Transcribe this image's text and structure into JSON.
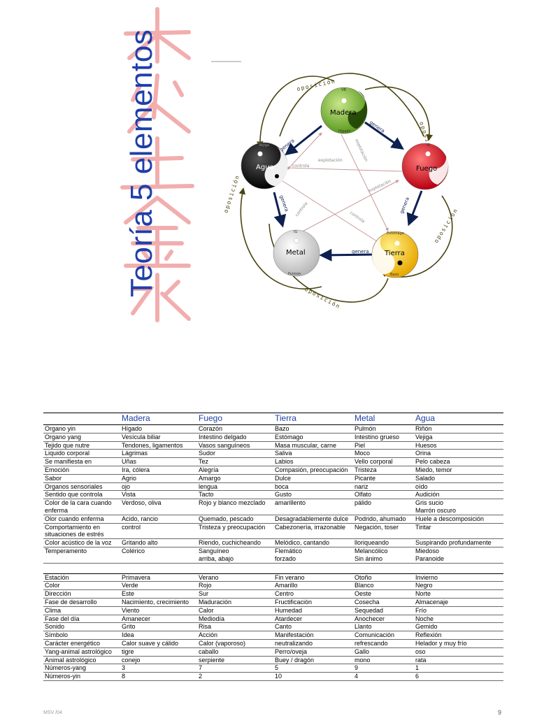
{
  "title": "Teoría 5 elementos",
  "diagram": {
    "nodes": {
      "madera": {
        "label": "Madera",
        "top": "VB",
        "bottom": "Hígado",
        "color": "#7fb23a"
      },
      "fuego": {
        "label": "Fuego",
        "top": "ID",
        "bottom": "",
        "color": "#d8141d"
      },
      "tierra": {
        "label": "Tierra",
        "top": "Estómago",
        "bottom": "Bazo",
        "color": "#f4c200"
      },
      "metal": {
        "label": "Metal",
        "top": "IG",
        "bottom": "Pulmón",
        "color": "#e2e2e2"
      },
      "agua": {
        "label": "Agua",
        "top": "Vejiga",
        "bottom": "",
        "color": "#111111"
      }
    },
    "genera": "genera",
    "controla": "controla",
    "explotacion": "explotación",
    "oposicion": "oposición"
  },
  "table": {
    "headers": [
      "",
      "Madera",
      "Fuego",
      "Tierra",
      "Metal",
      "Agua"
    ],
    "rows": [
      [
        "Organo yin",
        "Hígado",
        "Corazón",
        "Bazo",
        "Pulmón",
        "Riñón"
      ],
      [
        "Organo yang",
        "Vesícula biliar",
        "Intestino delgado",
        "Estómago",
        "Intestino grueso",
        "Vejiga"
      ],
      [
        "Tejido que nutre",
        "Tendones, ligamentos",
        "Vasos sanguíneos",
        "Masa muscular, carne",
        "Piel",
        "Huesos"
      ],
      [
        "Liquido corporal",
        "Lágrimas",
        "Sudor",
        "Saliva",
        "Moco",
        "Orina"
      ],
      [
        "Se manifiesta en",
        "Uñas",
        "Tez",
        "Labios",
        "Vello corporal",
        "Pelo cabeza"
      ],
      [
        "Emoción",
        "Ira, cólera",
        "Alegría",
        "Compasión, preocupación",
        "Tristeza",
        "Miedo, temor"
      ],
      [
        "Sabor",
        "Agrio",
        "Amargo",
        "Dulce",
        "Picante",
        "Salado"
      ],
      [
        "Organos sensoriales",
        "ojo",
        "lengua",
        "boca",
        "nariz",
        "oído"
      ],
      [
        "Sentido que controla",
        "Vista",
        "Tacto",
        "Gusto",
        "Olfato",
        "Audición"
      ],
      [
        "Color de la cara cuando enferma",
        "Verdoso, oliva",
        "Rojo y blanco mezclado",
        "amarillento",
        "pálido",
        "Gris sucio\nMarrón oscuro"
      ],
      [
        "Olor cuando enferma",
        "Acido, rancio",
        "Quemado, pescado",
        "Desagradablemente dulce",
        "Podrido, ahumado",
        "Huele a descomposición"
      ],
      [
        "Comportamiento en situaciones de estrés",
        "control",
        "Tristeza y preocupación",
        "Cabezonería, irrazonable",
        "Negación, toser",
        "Tiritar"
      ],
      [
        "Color acústico de la voz",
        "Gritando alto",
        "Riendo, cuchicheando",
        "Melódico, cantando",
        "lloriqueando",
        "Suspirando profundamente"
      ],
      [
        "Temperamento",
        "Colérico",
        "Sanguíneo\narriba, abajo",
        "Flemático\nforzado",
        "Melancólico\nSin ánimo",
        "Miedoso\nParanoide"
      ]
    ],
    "rows2": [
      [
        "Estación",
        "Primavera",
        "Verano",
        "Fin verano",
        "Otoño",
        "Invierno"
      ],
      [
        "Color",
        "Verde",
        "Rojo",
        "Amarillo",
        "Blanco",
        "Negro"
      ],
      [
        "Dirección",
        "Este",
        "Sur",
        "Centro",
        "Oeste",
        "Norte"
      ],
      [
        "Fase de desarrollo",
        "Nacimiento, crecimiento",
        "Maduración",
        "Fructificación",
        "Cosecha",
        "Almacenaje"
      ],
      [
        "Clima",
        "Viento",
        "Calor",
        "Humedad",
        "Sequedad",
        "Frío"
      ],
      [
        "Fase del día",
        "Amanecer",
        "Mediodía",
        "Atardecer",
        "Anochecer",
        "Noche"
      ],
      [
        "Sonido",
        "Grito",
        "Risa",
        "Canto",
        "Llanto",
        "Gemido"
      ],
      [
        "Símbolo",
        "Idea",
        "Acción",
        "Manifestación",
        "Comunicación",
        "Reflexión"
      ],
      [
        "Carácter energético",
        "Calor suave y cálido",
        "Calor (vaporoso)",
        "neutralizando",
        "refrescando",
        "Helador y muy frío"
      ],
      [
        "Yang-animal astrológico",
        "tigre",
        "caballo",
        "Perro/oveja",
        "Gallo",
        "oso"
      ],
      [
        "Animal astrológico",
        "conejo",
        "serpiente",
        "Buey / dragón",
        "mono",
        "rata"
      ],
      [
        "Números-yang",
        "3",
        "7",
        "5",
        "9",
        "1"
      ],
      [
        "Números-yin",
        "8",
        "2",
        "10",
        "4",
        "6"
      ]
    ]
  },
  "footer": {
    "left": "MSV /04",
    "right": "9"
  },
  "colors": {
    "title": "#1f3fa8",
    "calligraphy": "#f0a0a0",
    "arrow": "#0d2050",
    "orbit": "#4a4410"
  }
}
